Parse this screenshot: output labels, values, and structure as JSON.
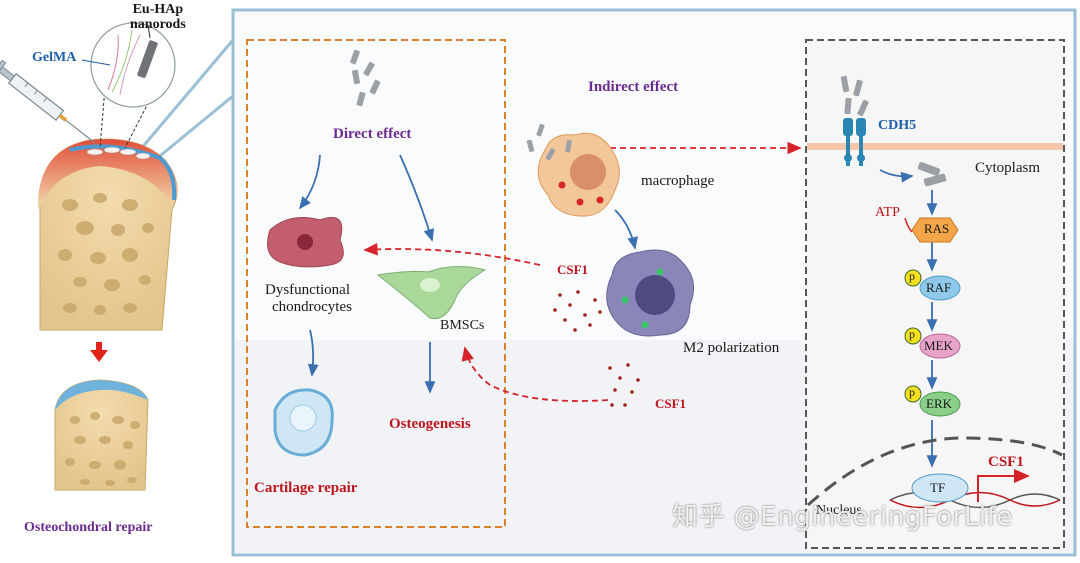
{
  "left_panel": {
    "material_label": "Eu-HAp\nnanorods",
    "material_line1": "Eu-HAp",
    "material_line2": "nanorods",
    "gel_label": "GelMA",
    "caption": "Osteochondral  repair"
  },
  "middle_panel": {
    "direct_effect": "Direct effect",
    "indirect_effect": "Indirect effect",
    "dysfunctional_line1": "Dysfunctional",
    "dysfunctional_line2": "chondrocytes",
    "bmscs": "BMSCs",
    "cartilage_repair": "Cartilage repair",
    "osteogenesis": "Osteogenesis",
    "macrophage": "macrophage",
    "m2_polarization": "M2 polarization",
    "csf1_upper": "CSF1",
    "csf1_lower": "CSF1"
  },
  "right_panel": {
    "cdh5": "CDH5",
    "cytoplasm": "Cytoplasm",
    "atp": "ATP",
    "ras": "RAS",
    "raf": "RAF",
    "mek": "MEK",
    "erk": "ERK",
    "p": "p",
    "tf": "TF",
    "csf1_gene": "CSF1",
    "nucleus": "Nucleus"
  },
  "watermark": "知乎 @EngineeringForLife",
  "colors": {
    "panel_border": "#9bbfd6",
    "dashed_orange": "#d9822b",
    "dashed_gray": "#555555",
    "arrow_blue": "#3a6fb0",
    "arrow_red": "#d6232a",
    "cell_pink": "#c25e6d",
    "cell_green": "#a9d89a",
    "macrophage_orange": "#f2c79a",
    "m2_purple": "#8a86b8",
    "ras_orange": "#f3a54a",
    "kinase_blue": "#8ec9ea",
    "kinase_pink": "#e7a3c8",
    "kinase_green": "#8ad08a",
    "p_yellow": "#f4e01e",
    "membrane": "#f5c6a8",
    "cdh5_blue": "#2a86b4"
  }
}
